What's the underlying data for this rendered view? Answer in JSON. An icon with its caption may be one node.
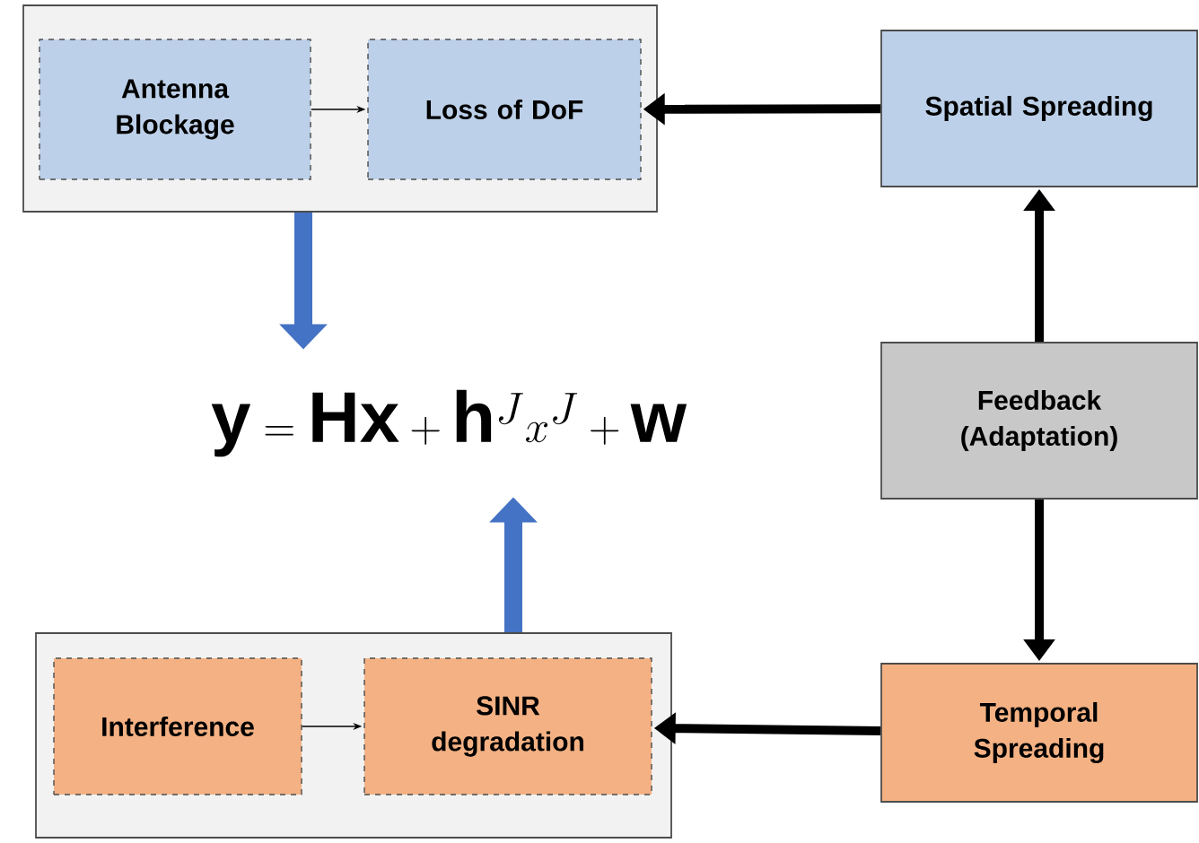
{
  "diagram": {
    "nodes": [
      {
        "text": [],
        "shape": "box"
      },
      {
        "text": [
          "Antenna Blockage"
        ],
        "in": 0
      },
      {
        "text": [
          "Loss of DoF"
        ],
        "in": 0
      },
      {
        "text": [
          "Spatial Spreading"
        ]
      },
      {
        "text": [
          "\\mathbf{y} = \\mathbf{H}\\mathbf{x} + \\mathbf{h}^{J} x^{J} + \\mathbf{w}"
        ]
      },
      {
        "text": [
          "Feedback (Adaptation)"
        ]
      },
      {
        "text": [],
        "shape": "box"
      },
      {
        "text": [
          "Interference"
        ],
        "in": 6
      },
      {
        "text": [
          "SINR degradation"
        ],
        "in": 6
      },
      {
        "text": [
          "Temporal Spreading"
        ]
      }
    ],
    "edges": [
      {
        "from": 1,
        "to": 2,
        "arrow": "to"
      },
      {
        "from": 3,
        "to": 2,
        "arrow": "to"
      },
      {
        "from": 0,
        "to": 4,
        "arrow": "to",
        "style": "thick",
        "color": "#4472c4"
      },
      {
        "from": 5,
        "to": 3,
        "arrow": "to"
      },
      {
        "from": 5,
        "to": 9,
        "arrow": "to"
      },
      {
        "from": 9,
        "to": 8,
        "arrow": "to"
      },
      {
        "from": 7,
        "to": 8,
        "arrow": "to"
      },
      {
        "from": 6,
        "to": 4,
        "arrow": "to",
        "style": "thick",
        "color": "#4472c4"
      }
    ]
  }
}
